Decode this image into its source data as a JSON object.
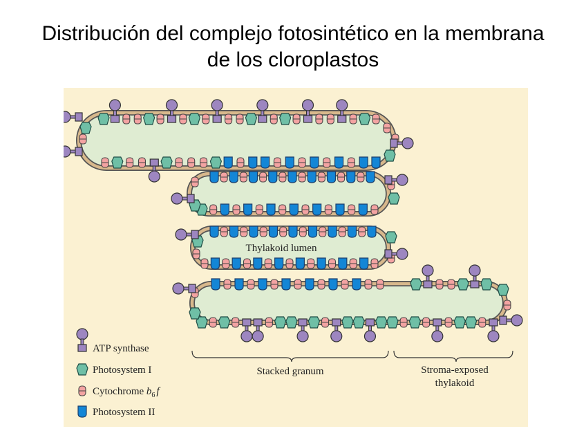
{
  "title_line1": "Distribución del complejo fotosintético en la membrana",
  "title_line2": "de los cloroplastos",
  "lumen_label": "Thylakoid lumen",
  "region_labels": {
    "stacked": "Stacked granum",
    "stroma_line1": "Stroma-exposed",
    "stroma_line2": "thylakoid"
  },
  "legend": {
    "atp": "ATP synthase",
    "ps1": "Photosystem I",
    "cyt_prefix": "Cytochrome ",
    "cyt_b": "b",
    "cyt_sub": "6",
    "cyt_f": "f",
    "ps2": "Photosystem II"
  },
  "colors": {
    "background": "#fbf1d2",
    "lumen": "#dfecd2",
    "membrane": "#d8b88c",
    "atp_synthase": "#9d86c0",
    "photosystem_i": "#6fbfa6",
    "cytochrome_b6f": "#f3a3a2",
    "photosystem_ii": "#1386d6"
  }
}
